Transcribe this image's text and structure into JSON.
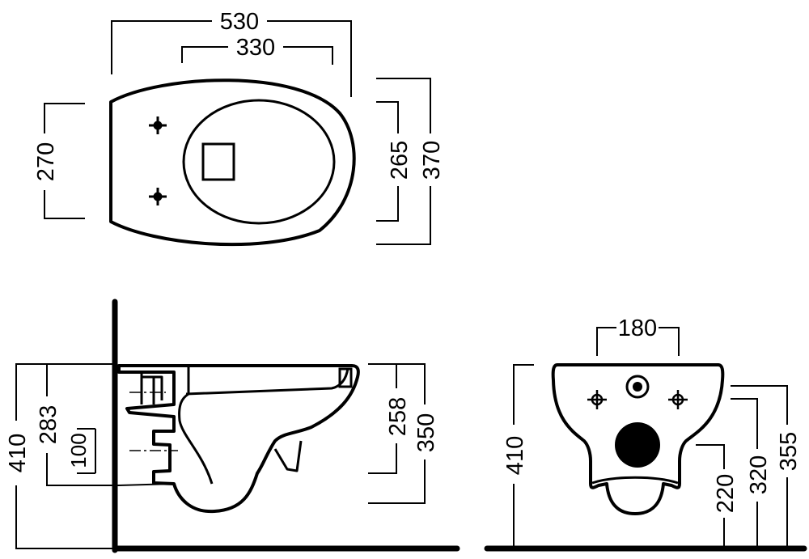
{
  "top_view": {
    "width_overall": "530",
    "width_bowl": "330",
    "fixing_spacing": "270",
    "depth_bowl": "265",
    "depth_overall": "370"
  },
  "side_view": {
    "height_total": "410",
    "height_fixing": "283",
    "outlet_height": "100",
    "rim_to_outlet": "258",
    "rim_to_bottom": "350"
  },
  "front_view": {
    "fixing_width": "180",
    "height_total": "410",
    "height_inlet": "355",
    "height_fixings": "320",
    "height_outlet": "220"
  },
  "colors": {
    "line": "#000000",
    "background": "#ffffff"
  }
}
